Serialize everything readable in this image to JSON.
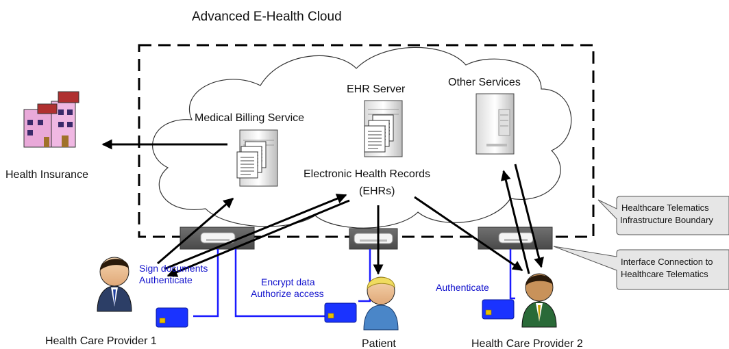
{
  "title": "Advanced E-Health Cloud",
  "cloud": {
    "billing": "Medical Billing Service",
    "ehr_server": "EHR Server",
    "other_services": "Other Services",
    "ehr_line1": "Electronic Health Records",
    "ehr_line2": "(EHRs)"
  },
  "actors": {
    "insurance": "Health Insurance",
    "provider1": "Health Care Provider 1",
    "patient": "Patient",
    "provider2": "Health Care Provider 2"
  },
  "actions": {
    "p1_line1": "Sign documents",
    "p1_line2": "Authenticate",
    "patient_line1": "Encrypt data",
    "patient_line2": "Authorize access",
    "p2": "Authenticate"
  },
  "callouts": {
    "boundary_line1": "Healthcare Telematics",
    "boundary_line2": "Infrastructure Boundary",
    "interface_line1": "Interface Connection to",
    "interface_line2": "Healthcare Telematics"
  },
  "colors": {
    "connection_line": "#1a1aff",
    "action_text": "#1010cc",
    "card": "#1a33ff",
    "chip": "#e8c000",
    "callout_fill": "#e6e6e6"
  }
}
